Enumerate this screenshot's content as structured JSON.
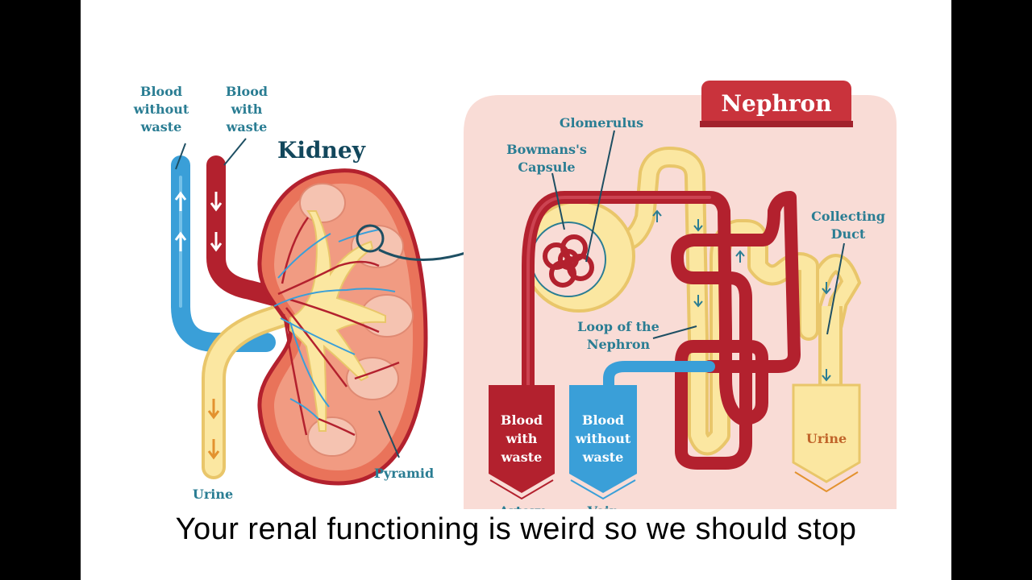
{
  "kidney": {
    "title": "Kidney",
    "blood_without_waste": [
      "Blood",
      "without",
      "waste"
    ],
    "blood_with_waste": [
      "Blood",
      "with",
      "waste"
    ],
    "urine": "Urine",
    "pyramid": "Pyramid"
  },
  "nephron": {
    "title": "Nephron",
    "glomerulus": "Glomerulus",
    "bowmans_capsule": [
      "Bowmans's",
      "Capsule"
    ],
    "collecting_duct": [
      "Collecting",
      "Duct"
    ],
    "loop": [
      "Loop of the",
      "Nephron"
    ],
    "blood_with_waste": [
      "Blood",
      "with",
      "waste"
    ],
    "blood_without_waste": [
      "Blood",
      "without",
      "waste"
    ],
    "urine": "Urine",
    "artery": "Artery",
    "vein": "Vein"
  },
  "subtitle": "Your renal functioning is weird so we should stop",
  "colors": {
    "vein_blue": "#3a9fd8",
    "artery_red": "#b3212e",
    "urine_yellow": "#fbe7a1",
    "kidney_orange": "#e9735a",
    "nephron_bg": "#f9dcd6",
    "label_teal": "#2a7d93",
    "title_dark": "#12475c"
  }
}
